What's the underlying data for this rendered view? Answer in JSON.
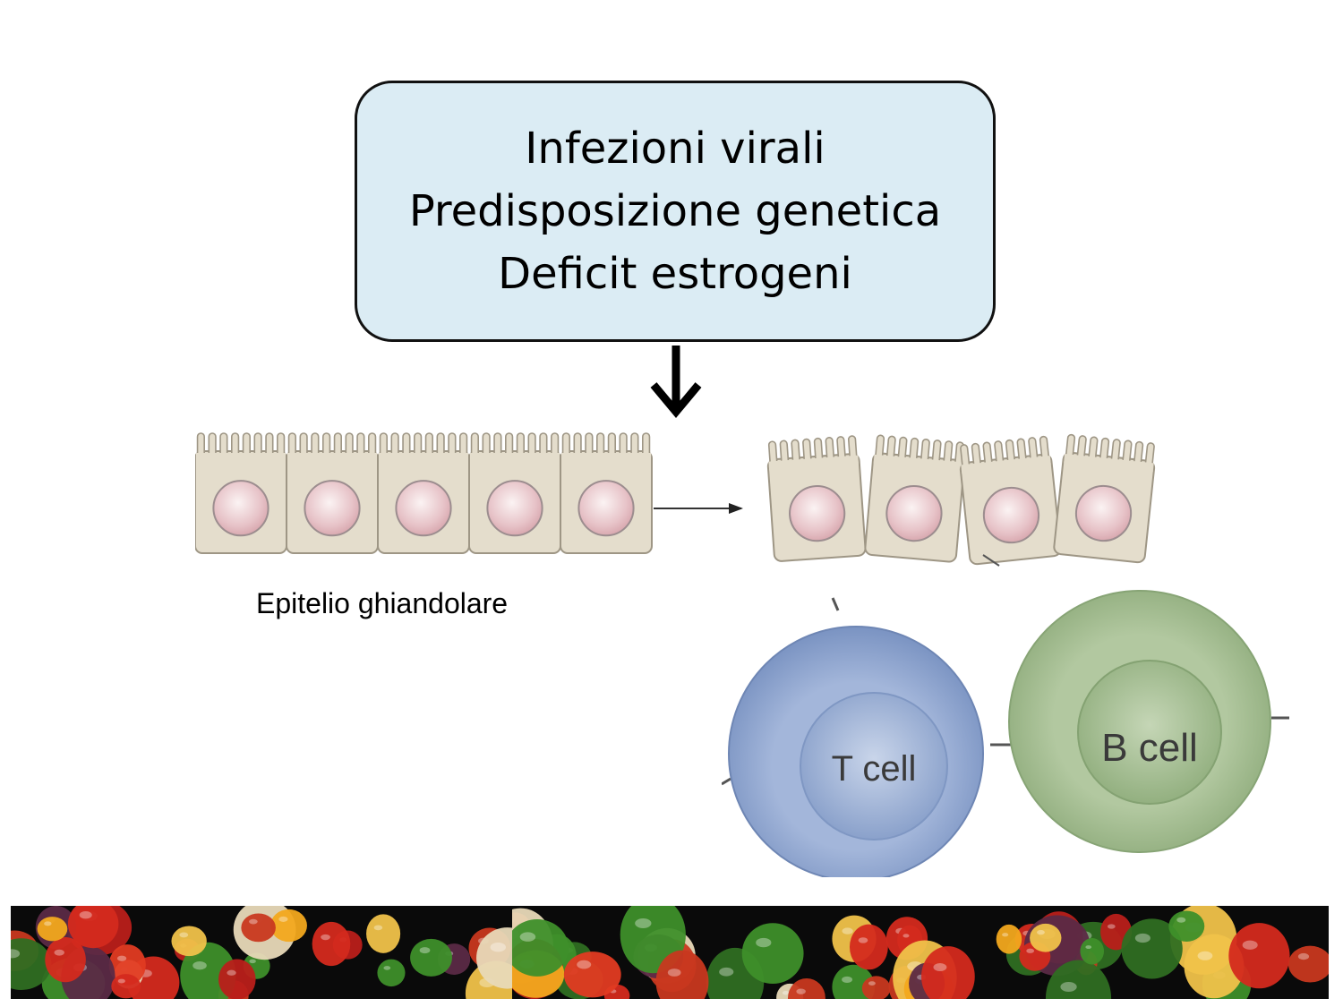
{
  "causes": {
    "lines": [
      "Infezioni virali",
      "Predisposizione genetica",
      "Deficit estrogeni"
    ]
  },
  "epithelium": {
    "label": "Epitelio ghiandolare"
  },
  "lymphocytes": {
    "t_cell_label": "T cell",
    "b_cell_label": "B cell",
    "t_cell_color": "#8fa7cf",
    "b_cell_color": "#a7bf95"
  },
  "colors": {
    "box_fill": "#dbecf4",
    "cell_body": "#e4ddcc",
    "nucleus": "#e9c6cc"
  },
  "decoration": {
    "footer": "vegetables-photo-strip",
    "panel_count": 3
  }
}
